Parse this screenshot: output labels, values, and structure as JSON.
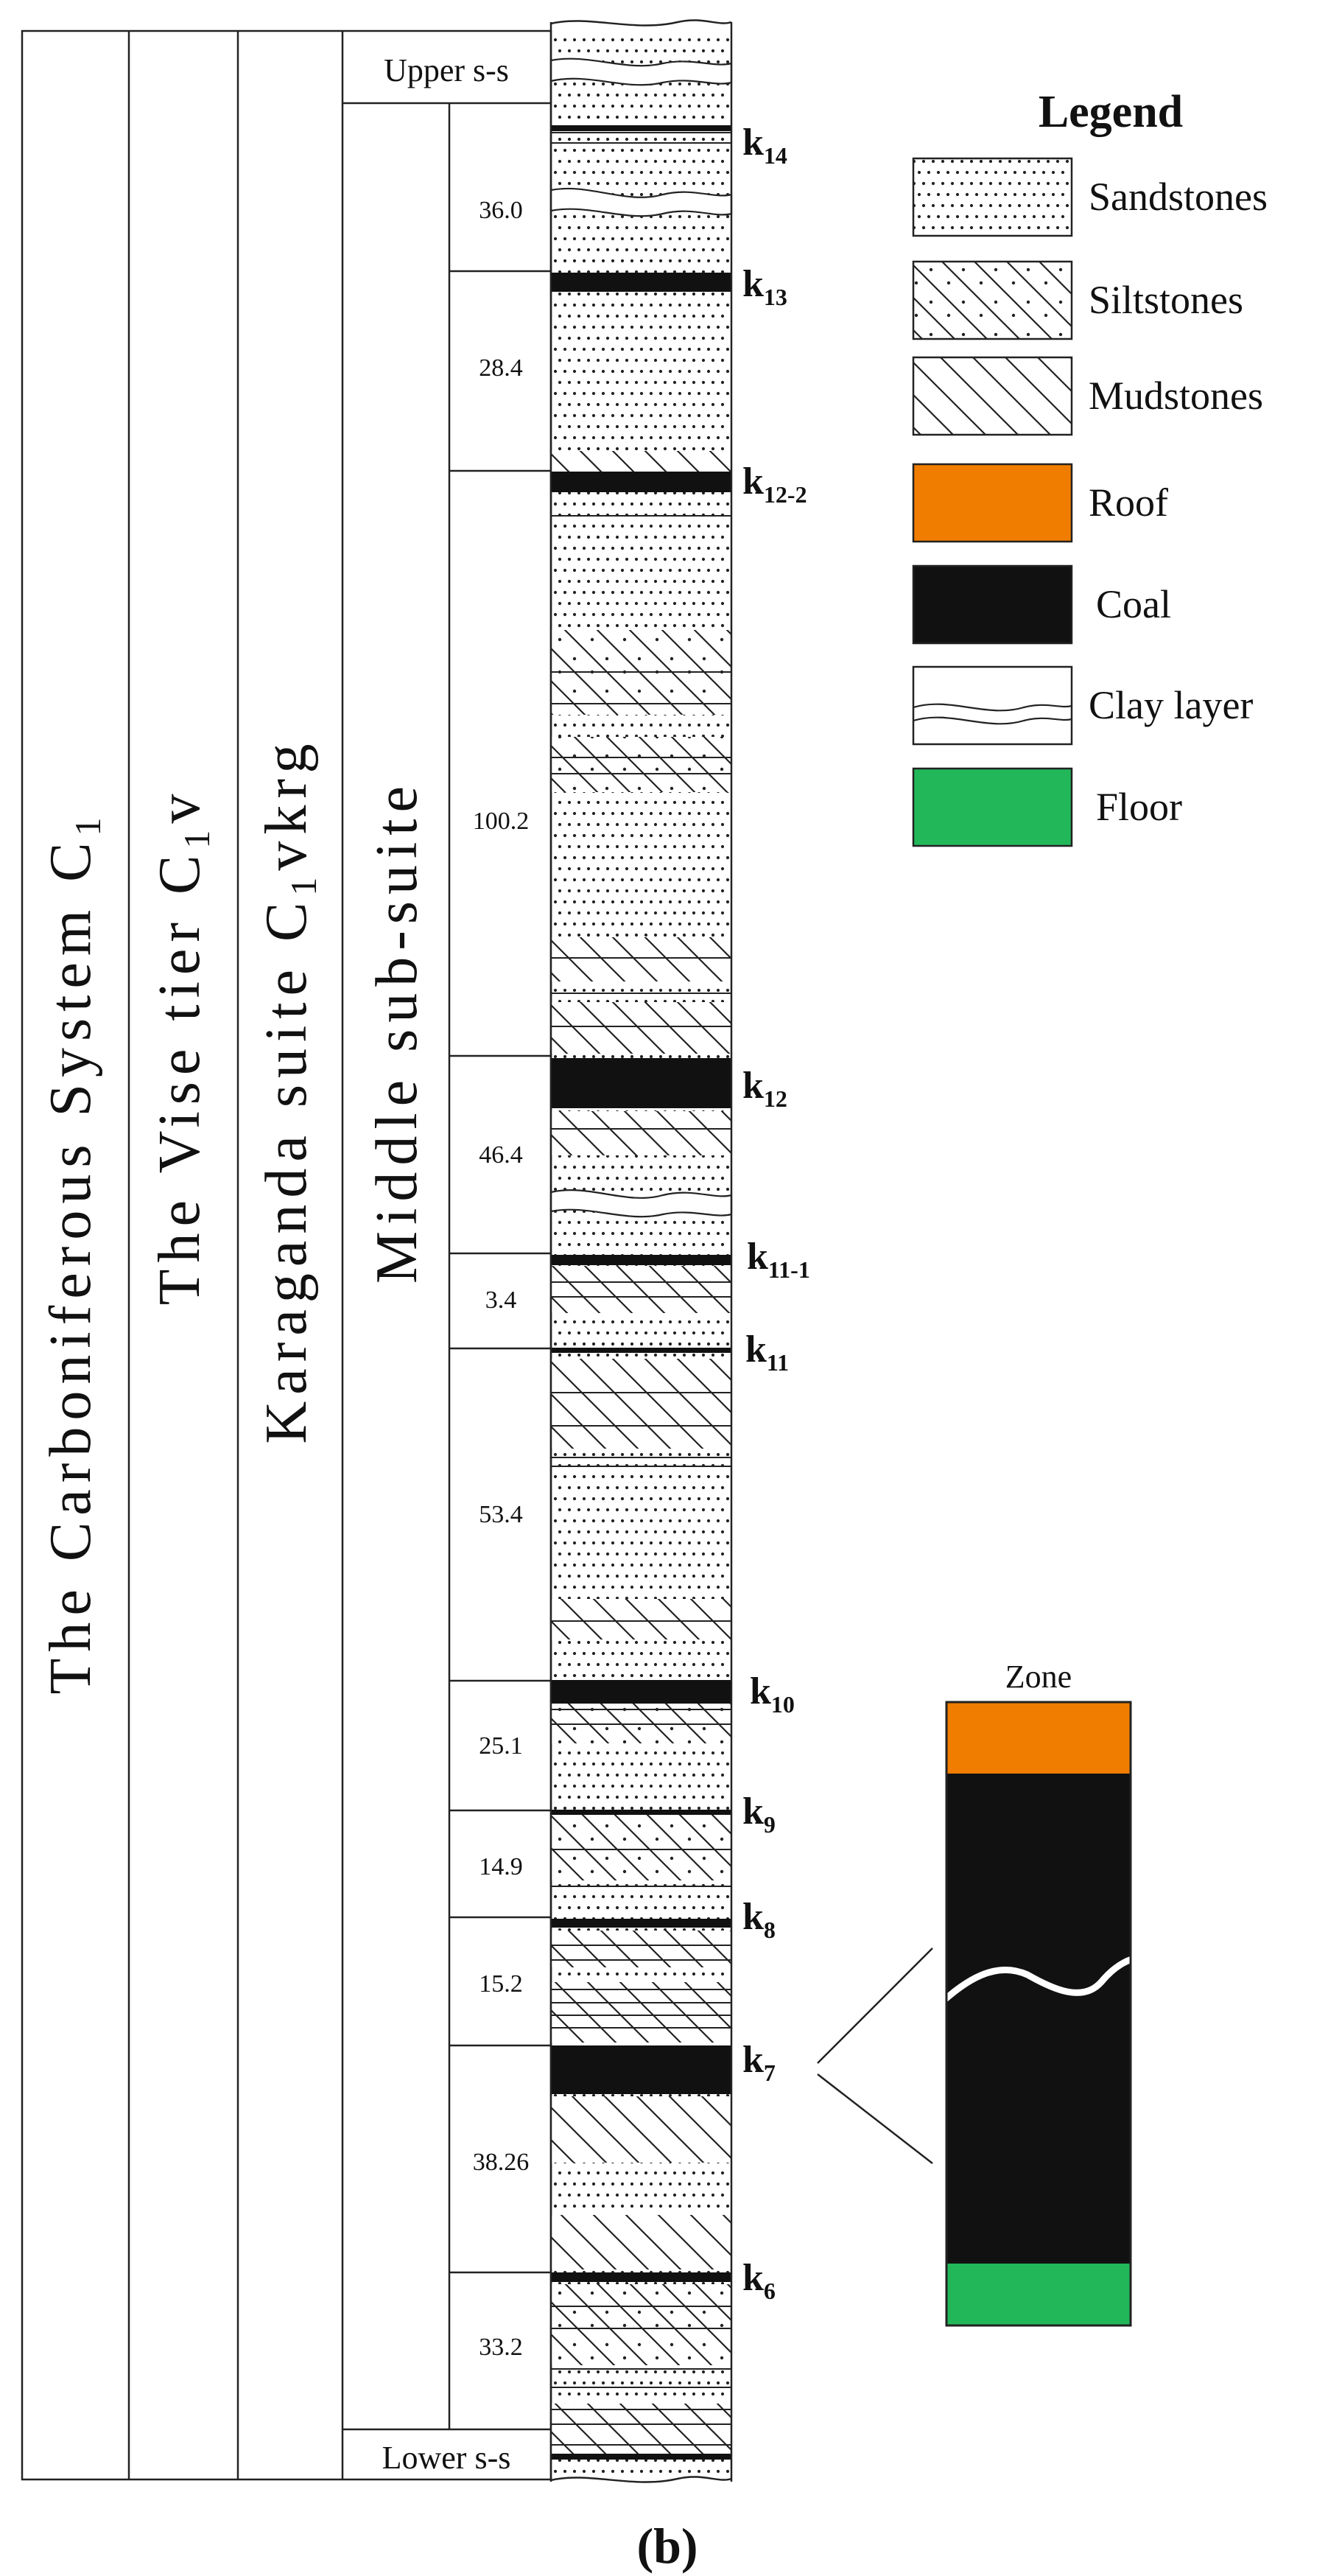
{
  "columns": {
    "system": "The Carboniferous System C",
    "system_sub": "1",
    "tier_pre": "The Vise tier C",
    "tier_sub": "1",
    "tier_post": "v",
    "suite_pre": "Karaganda suite C",
    "suite_sub": "1",
    "suite_post": "vkrg",
    "subsuite": "Middle sub-suite",
    "upper": "Upper s-s",
    "lower": "Lower s-s"
  },
  "intervals": [
    "36.0",
    "28.4",
    "100.2",
    "46.4",
    "3.4",
    "53.4",
    "25.1",
    "14.9",
    "15.2",
    "38.26",
    "33.2"
  ],
  "seams": [
    {
      "base": "k",
      "sub": "14"
    },
    {
      "base": "k",
      "sub": "13"
    },
    {
      "base": "k",
      "sub": "12-2"
    },
    {
      "base": "k",
      "sub": "12"
    },
    {
      "base": "k",
      "sub": "11-1"
    },
    {
      "base": "k",
      "sub": "11"
    },
    {
      "base": "k",
      "sub": "10"
    },
    {
      "base": "k",
      "sub": "9"
    },
    {
      "base": "k",
      "sub": "8"
    },
    {
      "base": "k",
      "sub": "7"
    },
    {
      "base": "k",
      "sub": "6"
    }
  ],
  "legend": {
    "title": "Legend",
    "items": [
      {
        "label": "Sandstones",
        "pattern": "sandstone"
      },
      {
        "label": "Siltstones",
        "pattern": "siltstone"
      },
      {
        "label": "Mudstones",
        "pattern": "mudstone"
      },
      {
        "label": "Roof",
        "color": "#f07d00"
      },
      {
        "label": "Coal",
        "color": "#111111"
      },
      {
        "label": "Clay layer",
        "pattern": "clay"
      },
      {
        "label": "Floor",
        "color": "#22b85a"
      }
    ]
  },
  "zone": {
    "title": "Zone",
    "roof_color": "#f07d00",
    "coal_color": "#111111",
    "floor_color": "#22b85a"
  },
  "caption": "(b)"
}
